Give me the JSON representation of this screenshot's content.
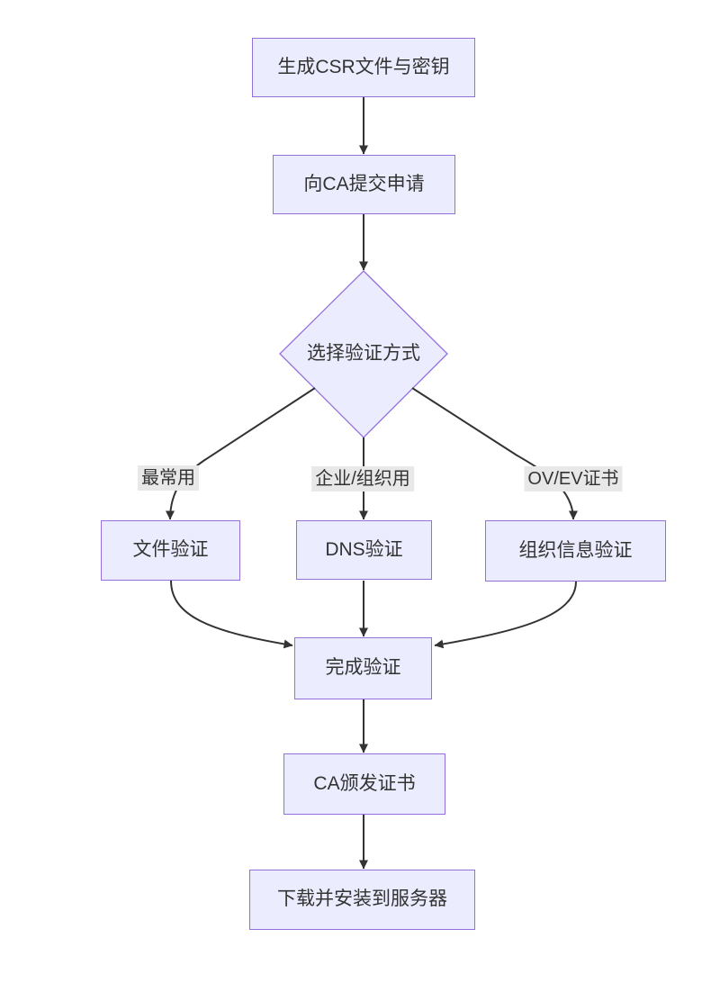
{
  "diagram": {
    "type": "flowchart",
    "direction": "top-down",
    "nodes": {
      "generate_csr": {
        "label": "生成CSR文件与密钥",
        "shape": "rect"
      },
      "submit_ca": {
        "label": "向CA提交申请",
        "shape": "rect"
      },
      "choose_validation": {
        "label": "选择验证方式",
        "shape": "diamond"
      },
      "file_validation": {
        "label": "文件验证",
        "shape": "rect"
      },
      "dns_validation": {
        "label": "DNS验证",
        "shape": "rect"
      },
      "org_validation": {
        "label": "组织信息验证",
        "shape": "rect"
      },
      "complete_validation": {
        "label": "完成验证",
        "shape": "rect"
      },
      "issue_cert": {
        "label": "CA颁发证书",
        "shape": "rect"
      },
      "install_cert": {
        "label": "下载并安装到服务器",
        "shape": "rect"
      }
    },
    "edges": [
      {
        "from": "generate_csr",
        "to": "submit_ca",
        "label": ""
      },
      {
        "from": "submit_ca",
        "to": "choose_validation",
        "label": ""
      },
      {
        "from": "choose_validation",
        "to": "file_validation",
        "label": "最常用"
      },
      {
        "from": "choose_validation",
        "to": "dns_validation",
        "label": "企业/组织用"
      },
      {
        "from": "choose_validation",
        "to": "org_validation",
        "label": "OV/EV证书"
      },
      {
        "from": "file_validation",
        "to": "complete_validation",
        "label": ""
      },
      {
        "from": "dns_validation",
        "to": "complete_validation",
        "label": ""
      },
      {
        "from": "org_validation",
        "to": "complete_validation",
        "label": ""
      },
      {
        "from": "complete_validation",
        "to": "issue_cert",
        "label": ""
      },
      {
        "from": "issue_cert",
        "to": "install_cert",
        "label": ""
      }
    ]
  },
  "theme": {
    "node_fill": "#ECECFF",
    "node_border": "#9370DB",
    "edge_color": "#333333",
    "text_color": "#333333",
    "edge_label_bg": "#e8e8e8",
    "background": "#ffffff"
  }
}
